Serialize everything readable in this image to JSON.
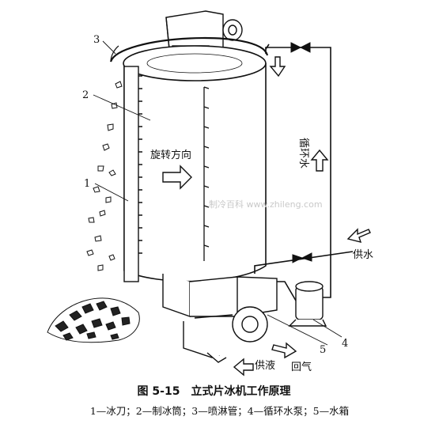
{
  "diagram": {
    "rotation_label": "旋转方向",
    "circulation_label": "循环水",
    "supply_water_label": "供水",
    "supply_liquid_label": "供液",
    "return_gas_label": "回气",
    "numbers": [
      "1",
      "2",
      "3",
      "4",
      "5"
    ],
    "watermark": "制冷百科 www.zhileng.com"
  },
  "caption": {
    "figure_no": "图 5-15",
    "title": "立式片冰机工作原理"
  },
  "legend": "1—冰刀；2—制冰筒；3—喷淋管；4—循环水泵；5—水箱"
}
